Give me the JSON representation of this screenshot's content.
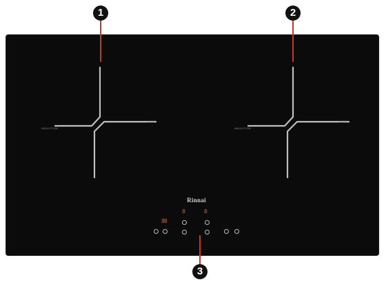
{
  "callouts": {
    "one": "1",
    "two": "2",
    "three": "3"
  },
  "brand": "Rinnai",
  "zones": [
    {
      "left_label": "INDUCTION",
      "right_label": "HIGH"
    },
    {
      "left_label": "INDUCTION",
      "right_label": "HIGH"
    }
  ],
  "display": {
    "left_zone_level": "8",
    "right_zone_level": "8",
    "timer": "88"
  },
  "colors": {
    "glass": "#0b0b0b",
    "zone_marking": "#bfbfbf",
    "callout_leader": "#c0392b",
    "segment_display": "#e2553a"
  },
  "icons": {
    "control_buttons": "power-timer-zone-select-plus-minus-buttons"
  }
}
